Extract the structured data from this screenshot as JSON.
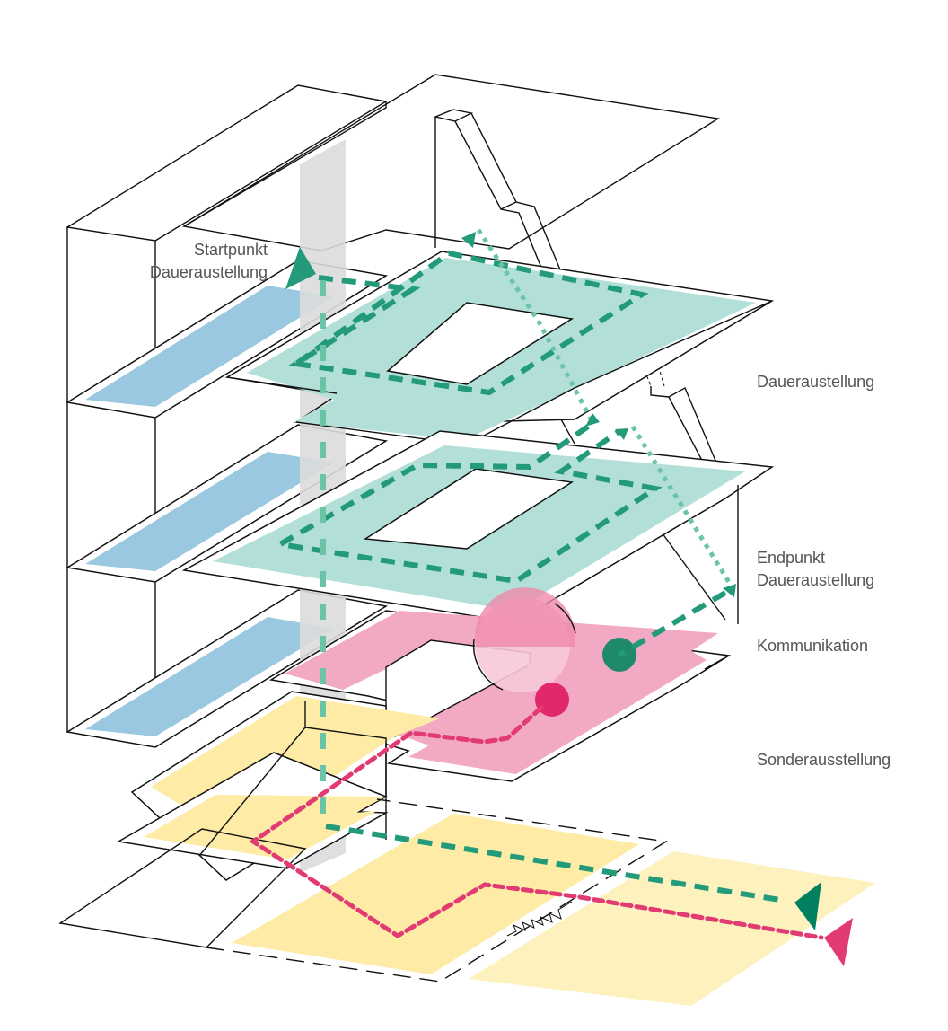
{
  "labels": {
    "startpunkt": [
      "Startpunkt",
      "Daueraustellung"
    ],
    "dauer": "Daueraustellung",
    "endpunkt": [
      "Endpunkt",
      "Daueraustellung"
    ],
    "kommunikation": "Kommunikation",
    "sonder": "Sonderausstellung"
  },
  "colors": {
    "dauer_fill": "#b2e0d8",
    "dauer_path": "#239a7a",
    "dauer_path_light": "#6cc4a8",
    "dauer_marker": "#008060",
    "kommunikation_fill": "#f2a9c3",
    "kommunikation_path": "#e23a72",
    "kommunikation_dot": "#e0286a",
    "kommunikation_dot_green": "#1e8a6a",
    "sonder_fill": "#fdeba6",
    "sonder_fill_light": "#fdf1bd",
    "side_fill": "#9ac8e0",
    "core_fill": "#dcdcdc",
    "outline": "#111111",
    "label_text": "#555555"
  },
  "legend_layers": [
    "Daueraustellung",
    "Kommunikation",
    "Sonderausstellung"
  ]
}
